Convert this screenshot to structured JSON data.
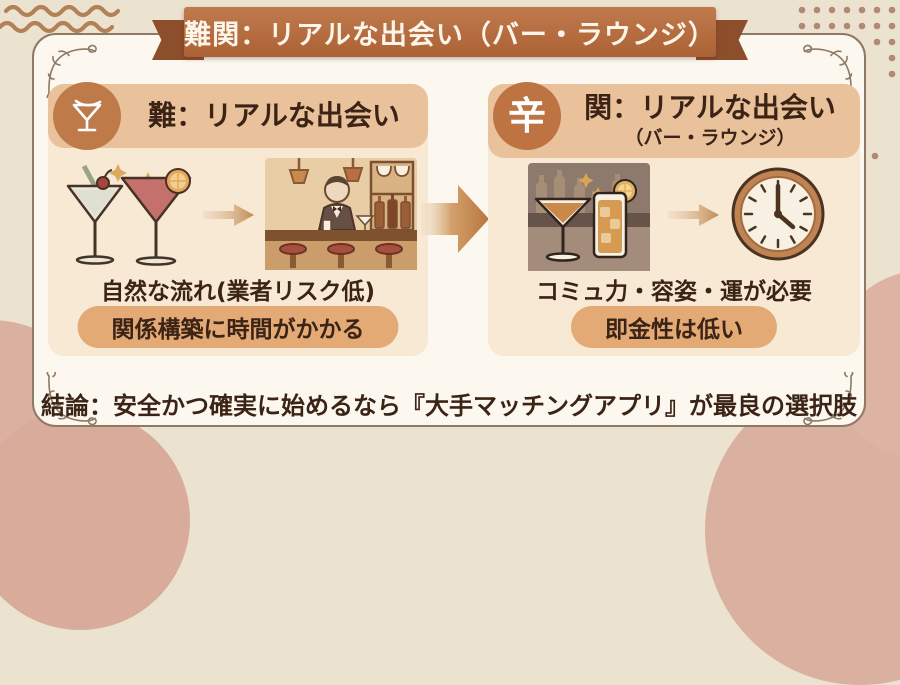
{
  "banner": {
    "title": "難関：リアルな出会い（バー・ラウンジ）"
  },
  "panels": {
    "left": {
      "badge_icon": "cocktail-glass-icon",
      "title": "難：リアルな出会い",
      "illustrations": [
        "cocktail-glasses",
        "arrow-right",
        "bartender-at-bar"
      ],
      "caption": "自然な流れ(業者リスク低)",
      "pill": "関係構築に時間がかかる"
    },
    "right": {
      "badge_char": "辛",
      "title": "関：リアルな出会い",
      "subtitle": "（バー・ラウンジ）",
      "illustrations": [
        "bar-drinks",
        "arrow-right",
        "clock"
      ],
      "caption": "コミュ力・容姿・運が必要",
      "pill": "即金性は低い"
    }
  },
  "conclusion": {
    "text": "結論：安全かつ確実に始めるなら『大手マッチングアプリ』が最良の選択肢"
  },
  "colors": {
    "background": "#ece2d0",
    "card": "#fcf8ef",
    "ribbon": "#b2673c",
    "ribbon_fold": "#8d4e2c",
    "panel_header": "#e9c19b",
    "panel_body": "#f8e9d5",
    "pill": "#e3aa76",
    "badge_circle": "#bf7a49",
    "text_dark": "#3b2316",
    "accent_arrow": "#bf8149",
    "blob_pink": "#dab0a0"
  }
}
